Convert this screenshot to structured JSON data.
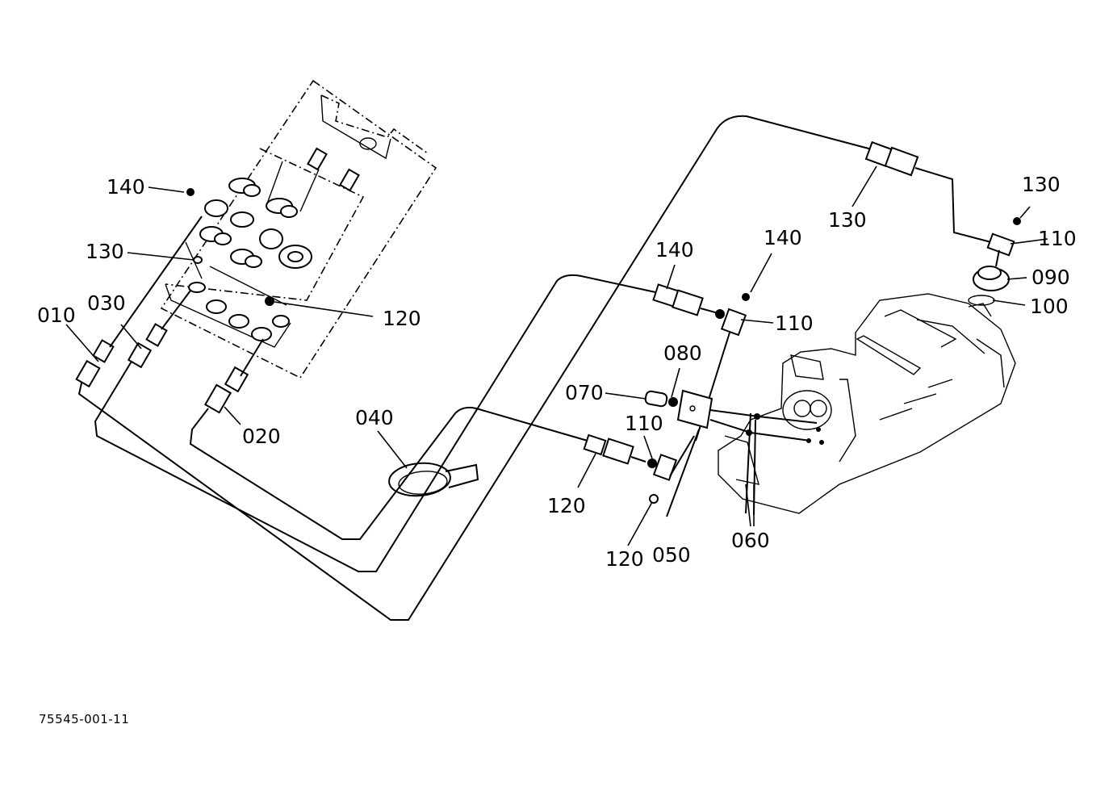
{
  "drawing_id": "75545-001-11",
  "callouts": [
    {
      "id": "c-140-a",
      "label": "140"
    },
    {
      "id": "c-130-a",
      "label": "130"
    },
    {
      "id": "c-010",
      "label": "010"
    },
    {
      "id": "c-030",
      "label": "030"
    },
    {
      "id": "c-120-a",
      "label": "120"
    },
    {
      "id": "c-020",
      "label": "020"
    },
    {
      "id": "c-040",
      "label": "040"
    },
    {
      "id": "c-130-b",
      "label": "130"
    },
    {
      "id": "c-130-c",
      "label": "130"
    },
    {
      "id": "c-110-a",
      "label": "110"
    },
    {
      "id": "c-090",
      "label": "090"
    },
    {
      "id": "c-100",
      "label": "100"
    },
    {
      "id": "c-140-b",
      "label": "140"
    },
    {
      "id": "c-140-c",
      "label": "140"
    },
    {
      "id": "c-110-b",
      "label": "110"
    },
    {
      "id": "c-080",
      "label": "080"
    },
    {
      "id": "c-070",
      "label": "070"
    },
    {
      "id": "c-110-c",
      "label": "110"
    },
    {
      "id": "c-120-b",
      "label": "120"
    },
    {
      "id": "c-120-c",
      "label": "120"
    },
    {
      "id": "c-050",
      "label": "050"
    },
    {
      "id": "c-060",
      "label": "060"
    }
  ]
}
